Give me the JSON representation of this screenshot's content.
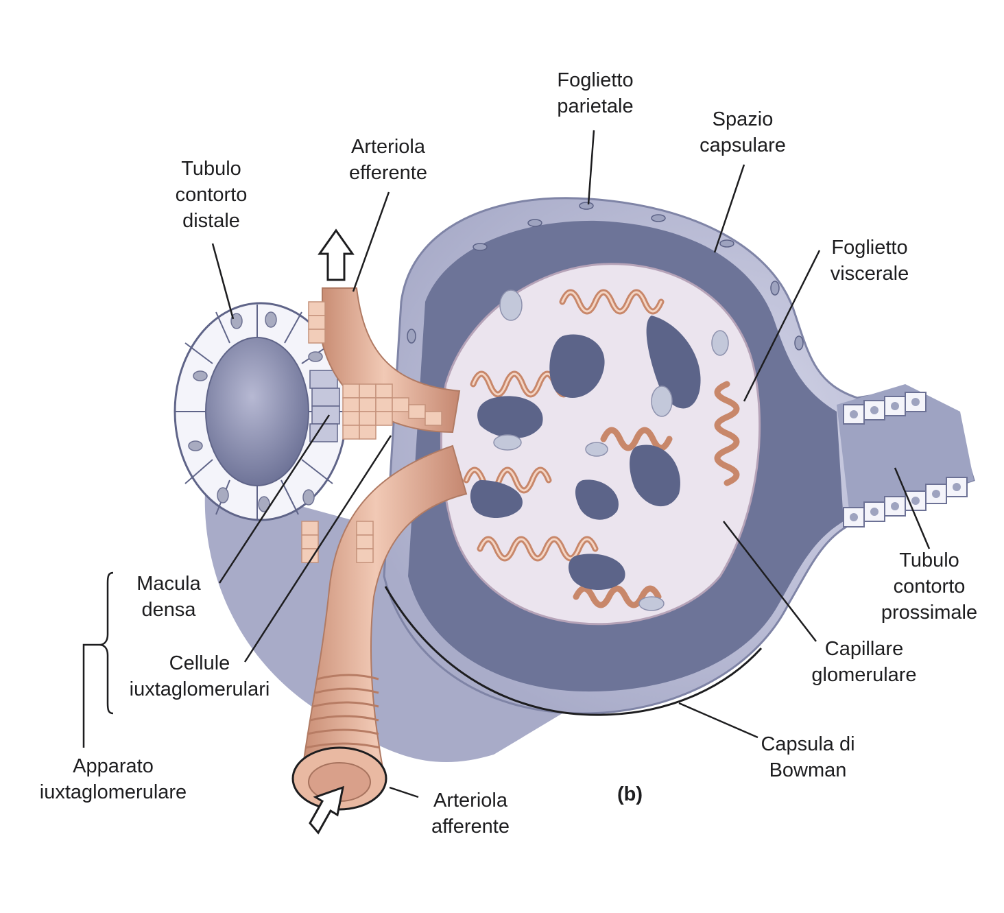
{
  "labels": {
    "foglietto_parietale": "Foglietto\nparietale",
    "spazio_capsulare": "Spazio\ncapsulare",
    "arteriola_efferente": "Arteriola\nefferente",
    "tubulo_distale": "Tubulo\ncontorto\ndistale",
    "foglietto_viscerale": "Foglietto\nviscerale",
    "tubulo_prossimale": "Tubulo\ncontorto\nprossimale",
    "macula_densa": "Macula\ndensa",
    "cellule_iuxta": "Cellule\niuxtaglomerulari",
    "apparato_iuxta": "Apparato\niuxtaglomerulare",
    "capillare_glomerulare": "Capillare\nglomerulare",
    "capsula_bowman": "Capsula di\nBowman",
    "arteriola_afferente": "Arteriola\nafferente",
    "panel": "(b)"
  },
  "colors": {
    "capsule": "#bdbfda",
    "capsule_dark": "#59618a",
    "space": "#6e7699",
    "glomerulus": "#ece6ef",
    "capillary": "#d99c7e",
    "arteriole": "#e6b7a0",
    "arteriole_dark": "#c98d74",
    "tubule": "#f4f4fa",
    "nucleus": "#a8abc0",
    "line": "#1d1d1f"
  }
}
